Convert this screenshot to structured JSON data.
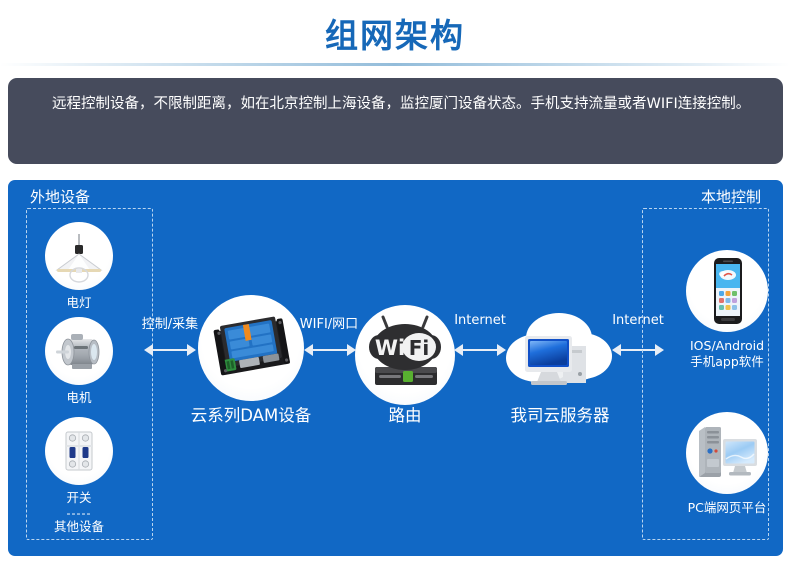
{
  "page": {
    "title": "组网架构",
    "accent_color": "#1668b8",
    "banner_bg": "#464b5c",
    "panel_bg": "#1168c5"
  },
  "banner": {
    "text": "远程控制设备，不限制距离，如在北京控制上海设备，监控厦门设备状态。手机支持流量或者WIFI连接控制。"
  },
  "left_group": {
    "title": "外地设备",
    "devices": [
      {
        "icon": "lamp-icon",
        "label": "电灯"
      },
      {
        "icon": "motor-icon",
        "label": "电机"
      },
      {
        "icon": "switch-icon",
        "label": "开关"
      }
    ],
    "more_divider": "-----",
    "more_label": "其他设备"
  },
  "right_group": {
    "title": "本地控制",
    "clients": [
      {
        "icon": "smartphone-icon",
        "label": "IOS/Android\n手机app软件"
      },
      {
        "icon": "desktop-pc-icon",
        "label": "PC端网页平台"
      }
    ]
  },
  "flow": {
    "nodes": [
      {
        "icon": "dam-device-icon",
        "label": "云系列DAM设备"
      },
      {
        "icon": "wifi-router-icon",
        "label": "路由"
      },
      {
        "icon": "cloud-server-icon",
        "label": "我司云服务器"
      }
    ],
    "links": [
      {
        "label": "控制/采集",
        "arrow": "double-arrow"
      },
      {
        "label": "WIFI/网口",
        "arrow": "double-arrow"
      },
      {
        "label": "Internet",
        "arrow": "double-arrow"
      },
      {
        "label": "Internet",
        "arrow": "double-arrow"
      }
    ]
  }
}
